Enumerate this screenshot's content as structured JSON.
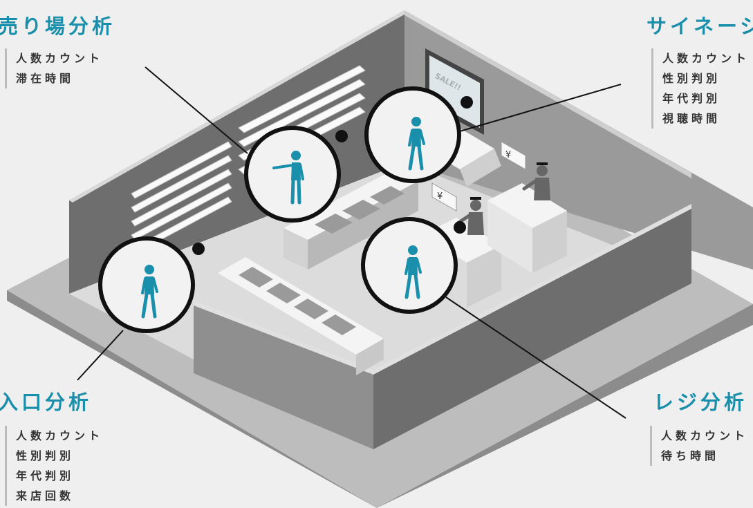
{
  "accent_color": "#1a8fac",
  "sections": {
    "sales_floor": {
      "title": "売り場分析",
      "items": [
        "人数カウント",
        "滞在時間"
      ]
    },
    "signage": {
      "title": "サイネージ",
      "items": [
        "人数カウント",
        "性別判別",
        "年代判別",
        "視聴時間"
      ]
    },
    "entrance": {
      "title": "入口分析",
      "items": [
        "人数カウント",
        "性別判別",
        "年代判別",
        "来店回数"
      ]
    },
    "register": {
      "title": "レジ分析",
      "items": [
        "人数カウント",
        "待ち時間"
      ]
    }
  },
  "scene": {
    "sign_text": "SALE!!",
    "price_tag": "¥"
  }
}
